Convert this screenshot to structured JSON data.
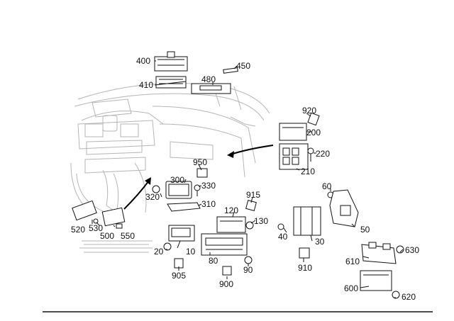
{
  "diagram": {
    "callouts": {
      "c400": "400",
      "c450": "450",
      "c410": "410",
      "c480": "480",
      "c920": "920",
      "c200": "200",
      "c220": "220",
      "c210": "210",
      "c950": "950",
      "c300": "300",
      "c330": "330",
      "c320": "320",
      "c310": "310",
      "c915": "915",
      "c120": "120",
      "c130": "130",
      "c60": "60",
      "c520": "520",
      "c530": "530",
      "c500": "500",
      "c550": "550",
      "c20": "20",
      "c10": "10",
      "c905": "905",
      "c80": "80",
      "c900": "900",
      "c90": "90",
      "c40": "40",
      "c30": "30",
      "c910": "910",
      "c50": "50",
      "c630": "630",
      "c610": "610",
      "c600": "600",
      "c620": "620"
    }
  }
}
